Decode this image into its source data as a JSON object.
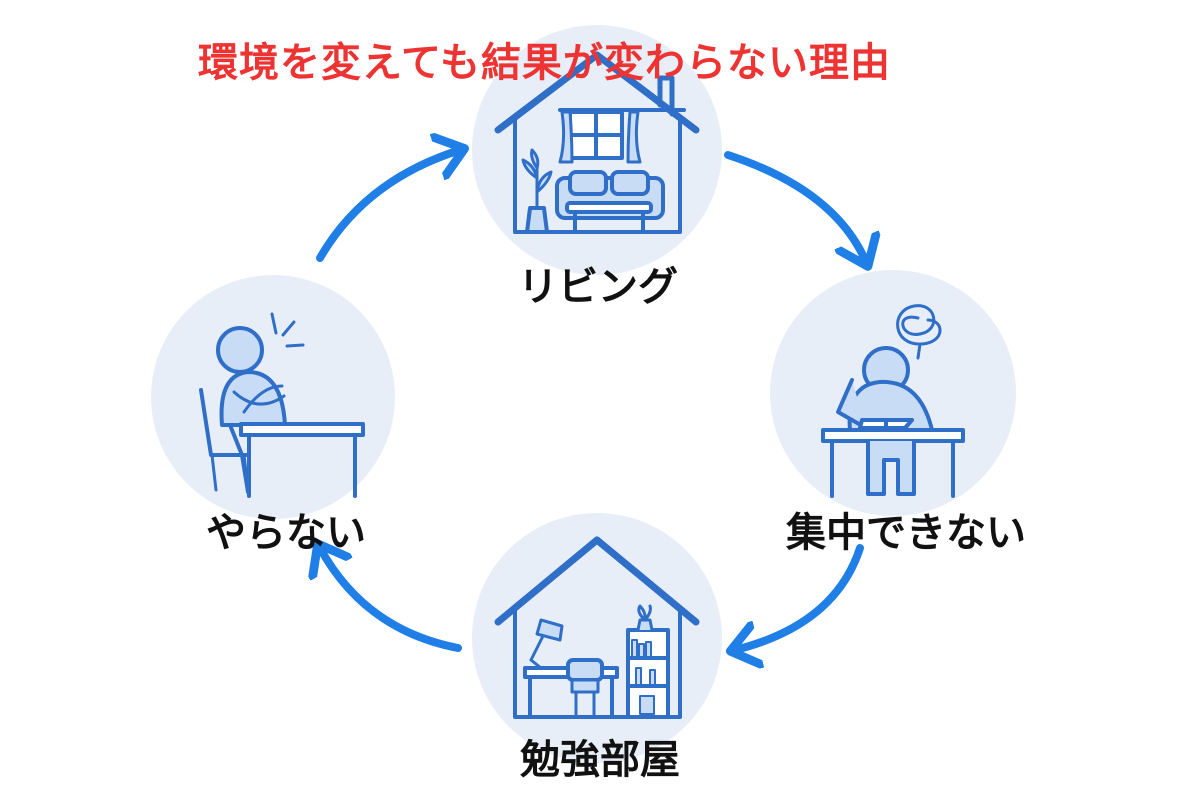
{
  "title": "環境を変えても結果が変わらない理由",
  "colors": {
    "title": "#ee3333",
    "arrow": "#1f7fe6",
    "circle": "#e8eef8",
    "line": "#2f6fc8",
    "fill": "#c9dcf5",
    "label": "#111111"
  },
  "nodes": [
    {
      "id": "living",
      "label": "リビング",
      "icon": "living-room-house-icon"
    },
    {
      "id": "cannot-focus",
      "label": "集中できない",
      "icon": "frustrated-person-at-desk-icon"
    },
    {
      "id": "study-room",
      "label": "勉強部屋",
      "icon": "study-room-house-icon"
    },
    {
      "id": "not-doing",
      "label": "やらない",
      "icon": "person-arms-crossed-at-desk-icon"
    }
  ],
  "edges": [
    {
      "from": "living",
      "to": "cannot-focus"
    },
    {
      "from": "cannot-focus",
      "to": "study-room"
    },
    {
      "from": "study-room",
      "to": "not-doing"
    },
    {
      "from": "not-doing",
      "to": "living"
    }
  ]
}
